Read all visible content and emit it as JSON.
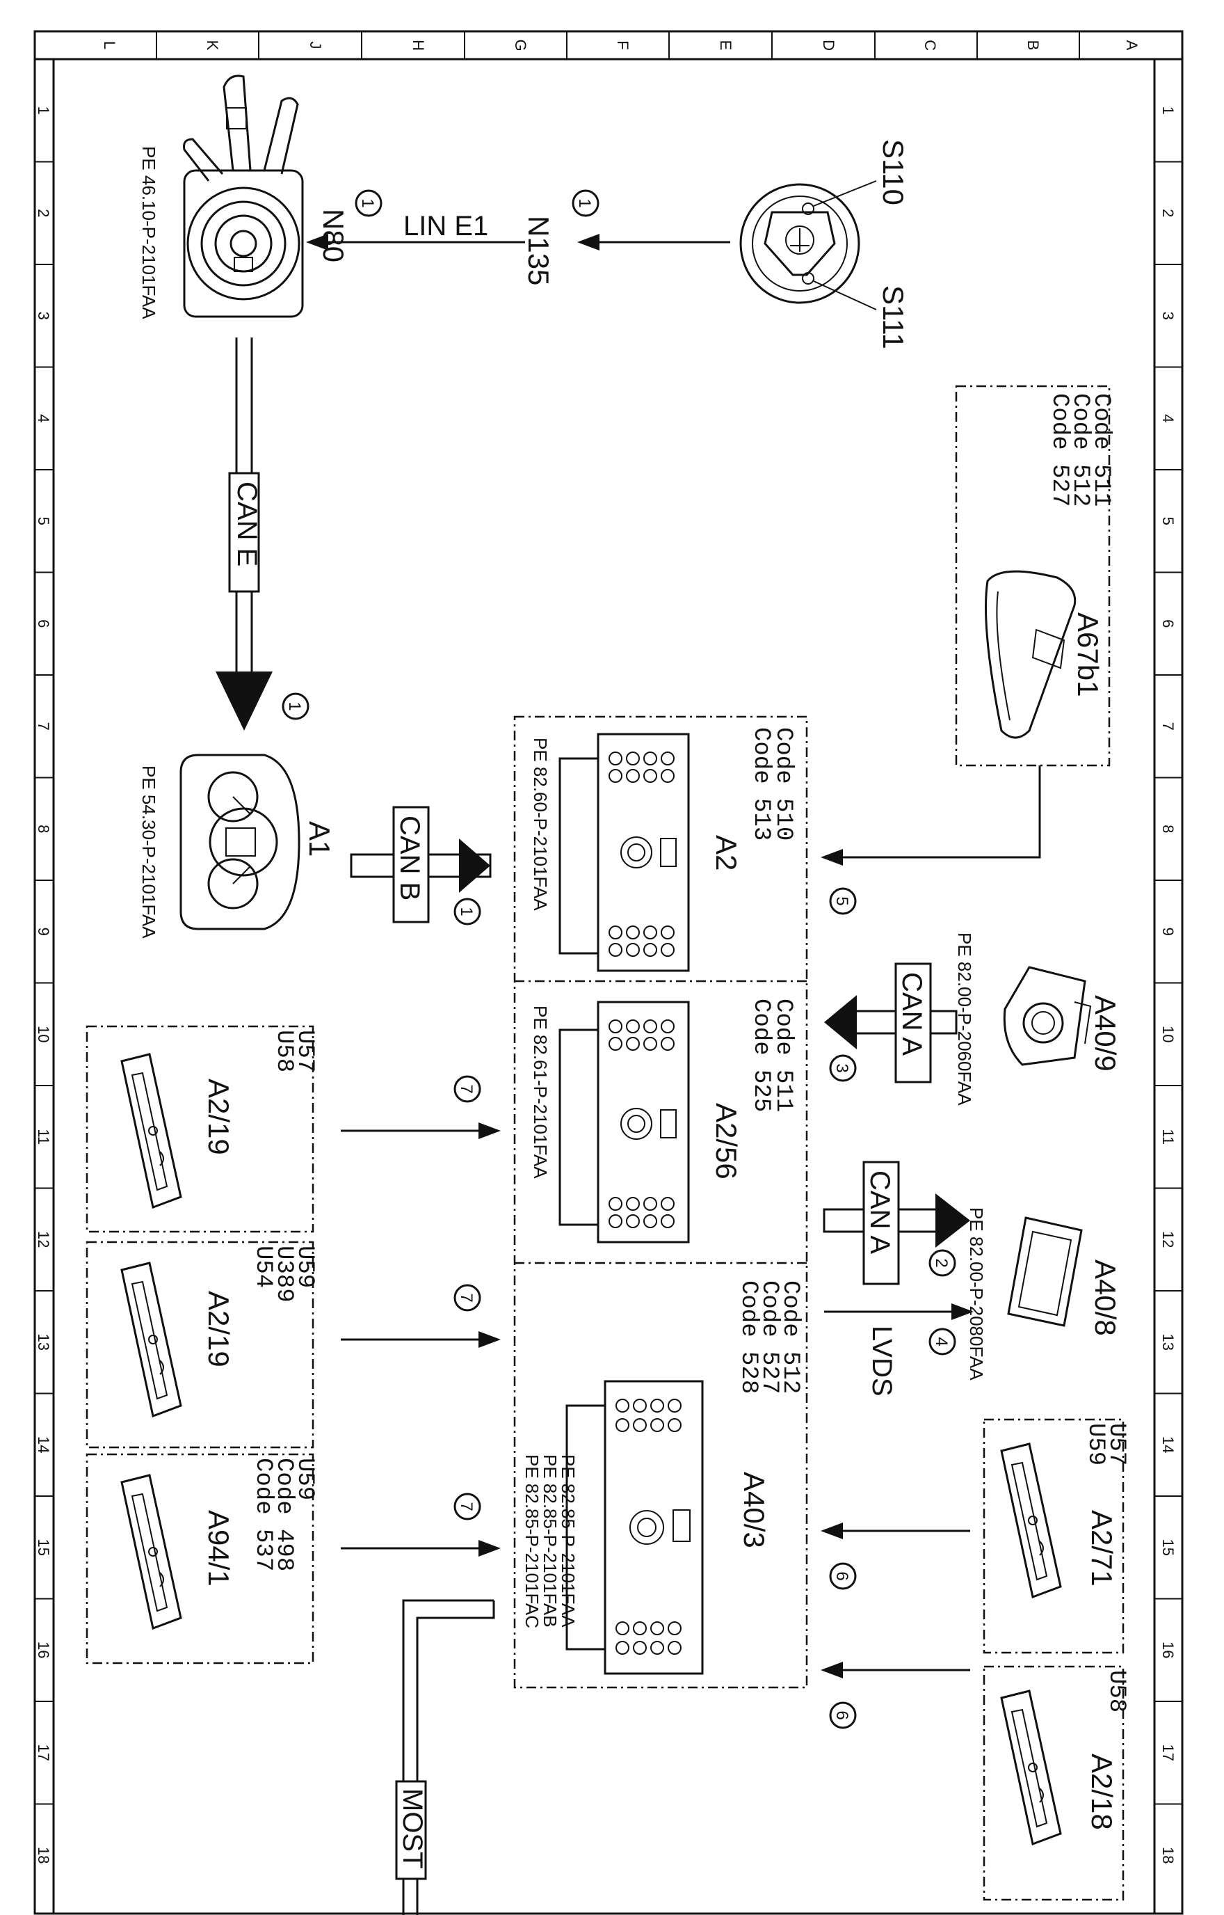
{
  "sheet": {
    "row_letters": [
      "A",
      "B",
      "C",
      "D",
      "E",
      "F",
      "G",
      "H",
      "J",
      "K",
      "L"
    ],
    "column_numbers": [
      "1",
      "2",
      "3",
      "4",
      "5",
      "6",
      "7",
      "8",
      "9",
      "10",
      "11",
      "12",
      "13",
      "14",
      "15",
      "16",
      "17",
      "18"
    ]
  },
  "components": {
    "n80": {
      "label": "N80",
      "ref": "PE 46.10-P-2101FAA",
      "badge": "1"
    },
    "n135": {
      "label": "N135",
      "badge": "1"
    },
    "s110": {
      "label": "S110"
    },
    "s111": {
      "label": "S111"
    },
    "a67b1": {
      "label": "A67b1",
      "codes": [
        "Code 511",
        "Code 512",
        "Code 527"
      ]
    },
    "a1": {
      "label": "A1",
      "ref": "PE 54.30-P-2101FAA",
      "badge": "1"
    },
    "a2": {
      "label": "A2",
      "codes": [
        "Code 510",
        "Code 513"
      ],
      "ref": "PE 82.60-P-2101FAA"
    },
    "a2_56": {
      "label": "A2/56",
      "codes": [
        "Code 511",
        "Code 525"
      ],
      "ref": "PE 82.61-P-2101FAA"
    },
    "a40_3": {
      "label": "A40/3",
      "codes": [
        "Code 512",
        "Code 527",
        "Code 528"
      ],
      "refs": [
        "PE 82.85-P-2101FAA",
        "PE 82.85-P-2101FAB",
        "PE 82.85-P-2101FAC"
      ]
    },
    "a40_9": {
      "label": "A40/9",
      "ref": "PE 82.00-P-2060FAA"
    },
    "a40_8": {
      "label": "A40/8",
      "ref": "PE 82.00-P-2080FAA"
    },
    "a2_19_top": {
      "label": "A2/19",
      "codes": [
        "U57",
        "U58"
      ]
    },
    "a2_19_mid": {
      "label": "A2/19",
      "codes": [
        "U59",
        "U389",
        "U54"
      ]
    },
    "a94_1": {
      "label": "A94/1",
      "codes": [
        "U59",
        "Code 498",
        "Code 537"
      ]
    },
    "a2_71": {
      "label": "A2/71",
      "codes": [
        "U57",
        "U59"
      ]
    },
    "a2_18": {
      "label": "A2/18",
      "codes": [
        "U58"
      ]
    }
  },
  "connections": {
    "lin_e1": "LIN E1",
    "can_e": "CAN E",
    "can_b": "CAN B",
    "can_a_top": "CAN A",
    "can_a_bottom": "CAN A",
    "lvds": "LVDS",
    "most": "MOST",
    "badges": {
      "n135_in": "1",
      "n80_in": "1",
      "a1_in": "1",
      "a2_in": "1",
      "a67b1_out": "5",
      "a40_9": "3",
      "a40_8_can": "2",
      "a40_8_lvds": "4",
      "tuner_top": "7",
      "tuner_mid": "7",
      "tuner_bot": "7",
      "a2_71": "6",
      "a2_18": "6"
    }
  }
}
